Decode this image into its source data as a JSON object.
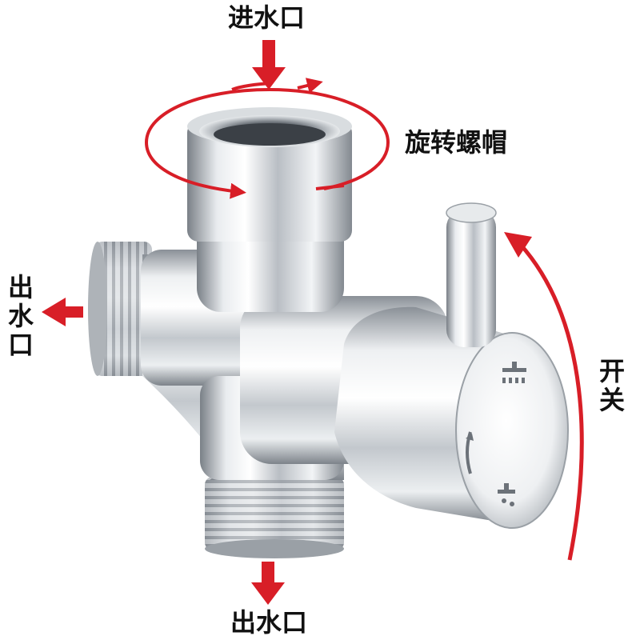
{
  "labels": {
    "inlet": "进水口",
    "rotate_cap": "旋转螺帽",
    "outlet_left": "出水口",
    "switch": "开关",
    "outlet_bottom": "出水口"
  },
  "colors": {
    "arrow": "#d81e27",
    "chrome_dark": "#6f757c",
    "chrome_light": "#f4f6f8",
    "text": "#111111"
  },
  "icons": {
    "top_arrow": "arrow-down-icon",
    "left_arrow": "arrow-left-icon",
    "bottom_arrow": "arrow-down-icon",
    "cap_rotation": "rotate-arrow-icon",
    "switch_rotation": "curved-arrow-icon"
  }
}
